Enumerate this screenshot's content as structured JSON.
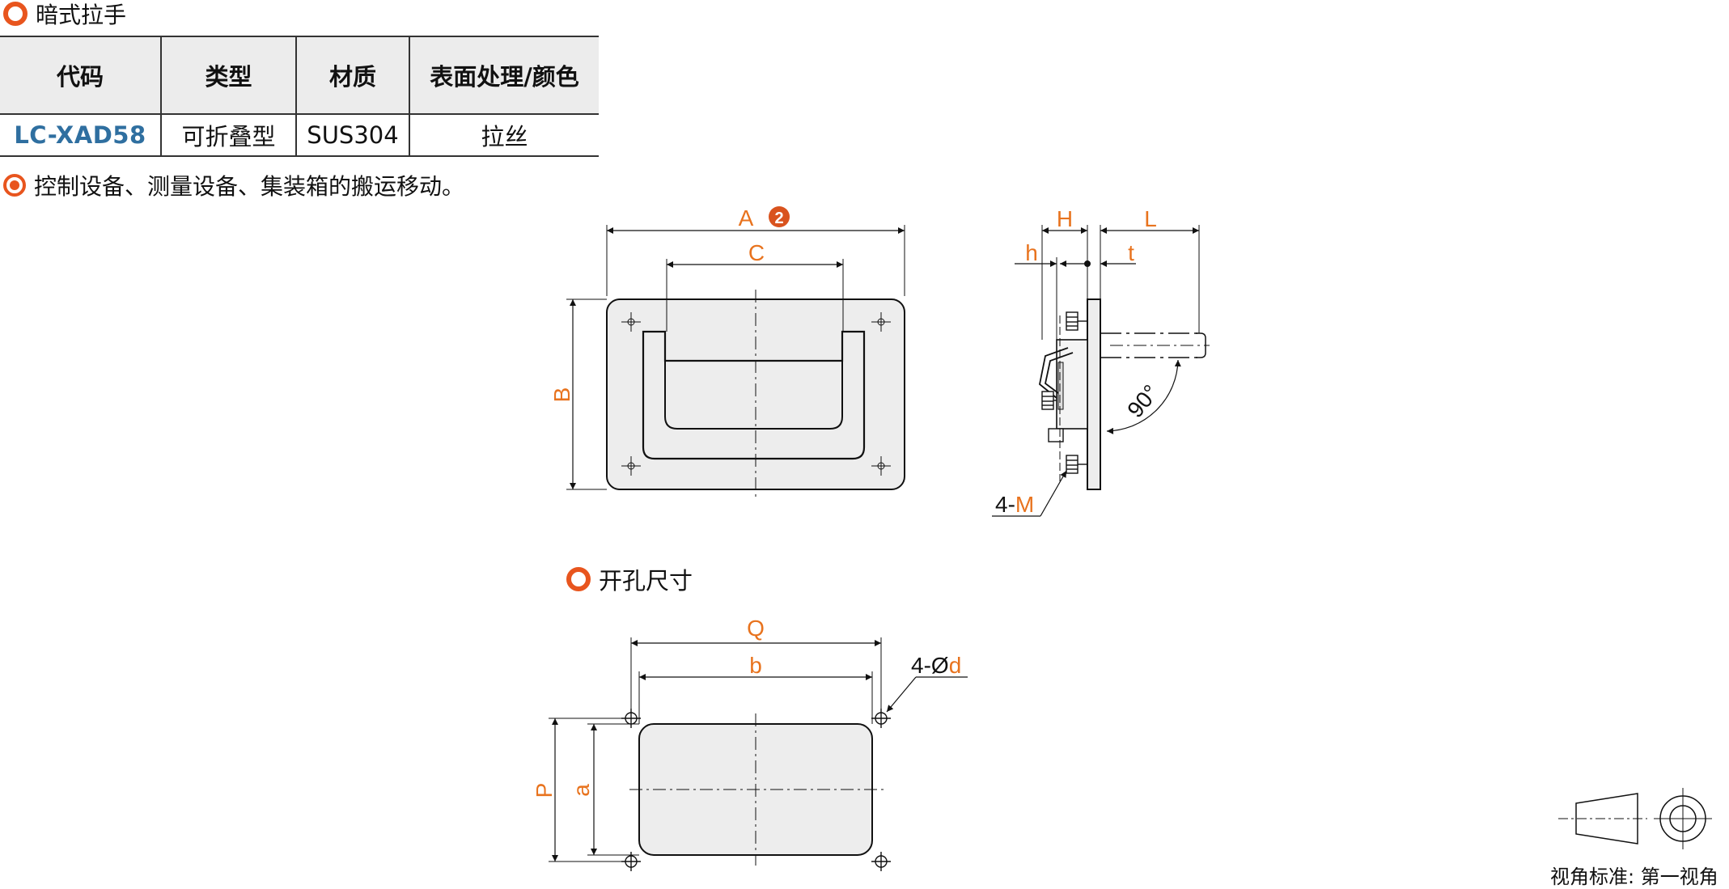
{
  "section_title": "暗式拉手",
  "table": {
    "headers": [
      "代码",
      "类型",
      "材质",
      "表面处理/颜色"
    ],
    "row": [
      "LC-XAD58",
      "可折叠型",
      "SUS304",
      "拉丝"
    ]
  },
  "usage": "控制设备、测量设备、集装箱的搬运移动。",
  "cutout_title": "开孔尺寸",
  "dims": {
    "A": "A",
    "note_num": "2",
    "C": "C",
    "B": "B",
    "H": "H",
    "L": "L",
    "h": "h",
    "t": "t",
    "angle": "90°",
    "mount_prefix": "4-",
    "mount_var": "M",
    "Q": "Q",
    "b": "b",
    "hole_prefix": "4-Ø",
    "hole_var": "d",
    "P": "P",
    "a": "a"
  },
  "view_standard": "视角标准: 第一视角",
  "colors": {
    "accent": "#e8551e",
    "dim_label": "#e8731e",
    "code": "#2f6fa0"
  }
}
